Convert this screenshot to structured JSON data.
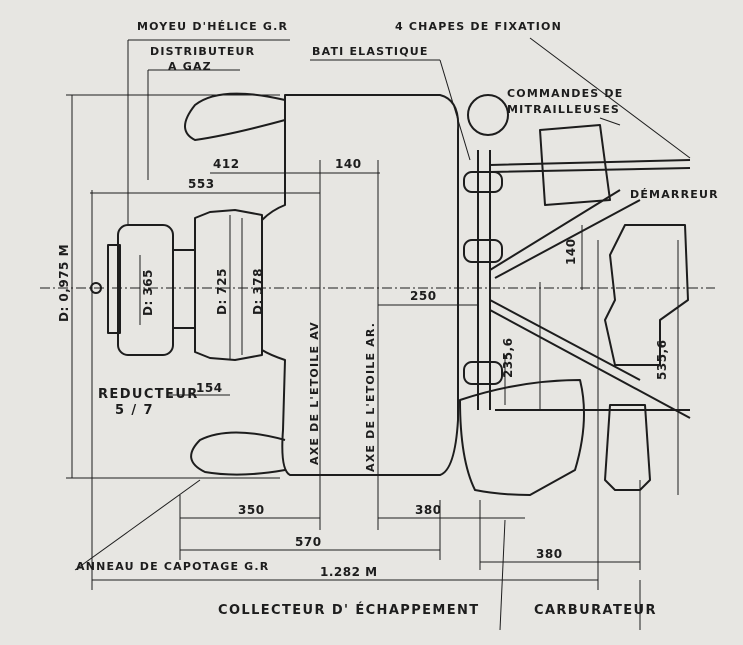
{
  "labels": {
    "moyeu": "MOYEU D'HÉLICE G.R",
    "chapes": "4 CHAPES DE FIXATION",
    "distributeur_1": "DISTRIBUTEUR",
    "distributeur_2": "A GAZ",
    "bati": "BATI ELASTIQUE",
    "commandes_1": "COMMANDES DE",
    "commandes_2": "MITRAILLEUSES",
    "demarreur": "DÉMARREUR",
    "reducteur_1": "REDUCTEUR",
    "reducteur_2": "5 / 7",
    "axe_etoile_av": "AXE DE L'ETOILE AV",
    "axe_etoile_ar": "AXE DE L'ETOILE AR.",
    "anneau": "ANNEAU DE CAPOTAGE G.R",
    "collecteur": "COLLECTEUR  D' ÉCHAPPEMENT",
    "carburateur": "CARBURATEUR"
  },
  "dimensions": {
    "d_0975": "D: 0,975 M",
    "d_365": "D: 365",
    "d_725": "D: 725",
    "d_378": "D: 378",
    "d412": "412",
    "d553": "553",
    "d140_top": "140",
    "d140_side": "140",
    "d250": "250",
    "d235_6": "235,6",
    "d535_6": "535,6",
    "d154": "154",
    "d350": "350",
    "d380_a": "380",
    "d570": "570",
    "d380_b": "380",
    "d1282": "1.282 M"
  }
}
